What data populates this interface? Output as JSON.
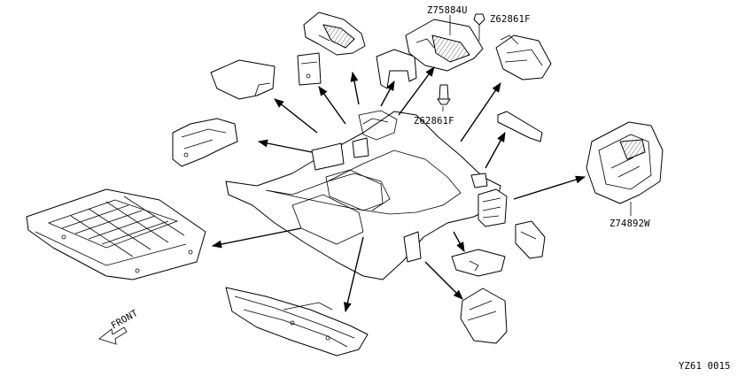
{
  "labels": {
    "part_z75884u": "Z75884U",
    "part_z62861f_top": "Z62861F",
    "part_z62861f_bottom": "Z62861F",
    "part_z74892w": "Z74892W",
    "front": "FRONT",
    "diagram_code": "YZ61 0015"
  },
  "colors": {
    "line": "#000000",
    "background": "#ffffff"
  }
}
